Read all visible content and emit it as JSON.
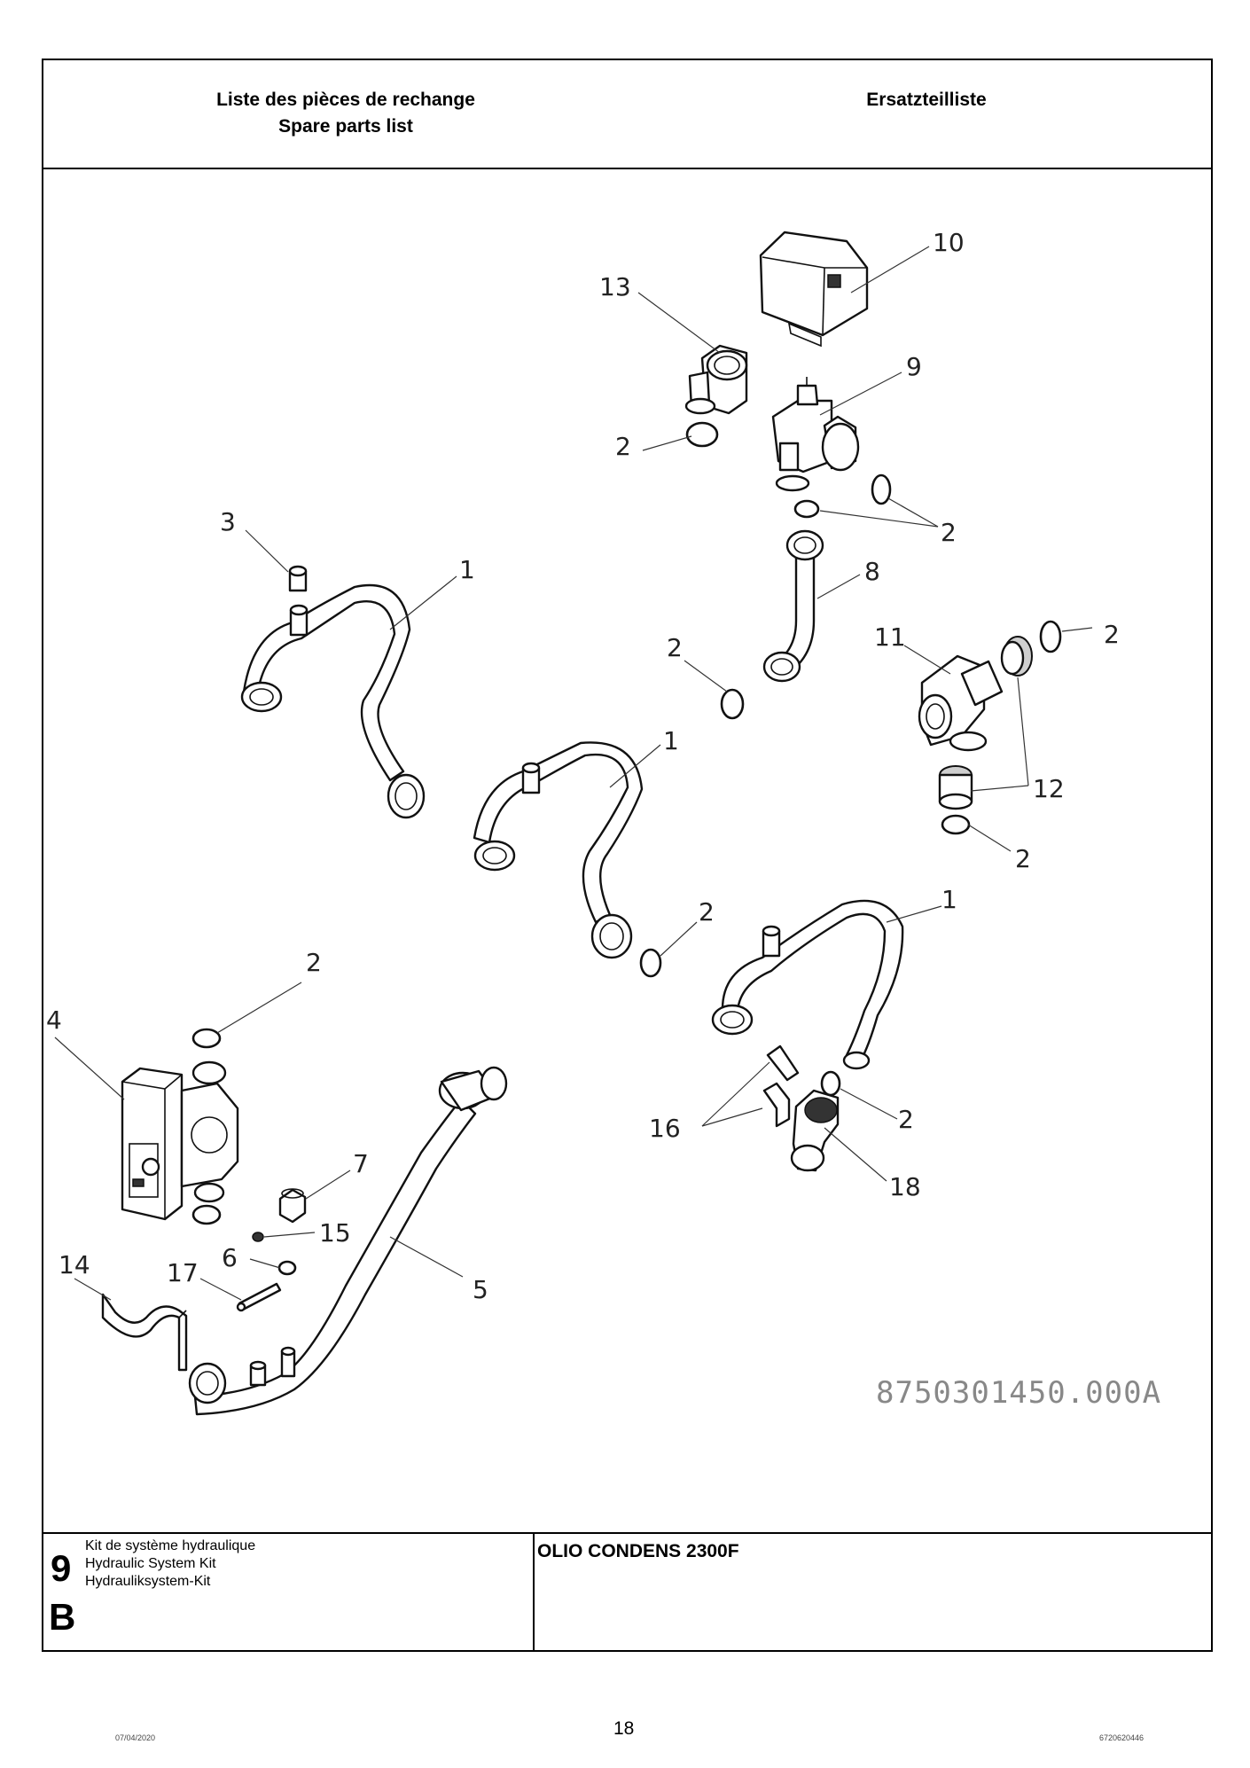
{
  "header": {
    "title_fr": "Liste des pièces de rechange",
    "title_en": "Spare parts list",
    "title_de": "Ersatzteilliste"
  },
  "callouts": {
    "p1a": "1",
    "p1b": "1",
    "p1c": "1",
    "p2a": "2",
    "p2b": "2",
    "p2c": "2",
    "p2d": "2",
    "p2e": "2",
    "p2f": "2",
    "p2g": "2",
    "p2h": "2",
    "p3": "3",
    "p4": "4",
    "p5": "5",
    "p6": "6",
    "p7": "7",
    "p8": "8",
    "p9": "9",
    "p10": "10",
    "p11": "11",
    "p12": "12",
    "p13": "13",
    "p14": "14",
    "p15": "15",
    "p16": "16",
    "p17": "17",
    "p18": "18"
  },
  "drawing_number": "8750301450.000A",
  "footer": {
    "kit_number": "9",
    "kit_letter": "B",
    "kit_name_fr": "Kit de système hydraulique",
    "kit_name_en": "Hydraulic System Kit",
    "kit_name_de": "Hydrauliksystem-Kit",
    "model": "OLIO CONDENS 2300F"
  },
  "page": {
    "date": "07/04/2020",
    "number": "18",
    "doc_number": "6720620446"
  }
}
